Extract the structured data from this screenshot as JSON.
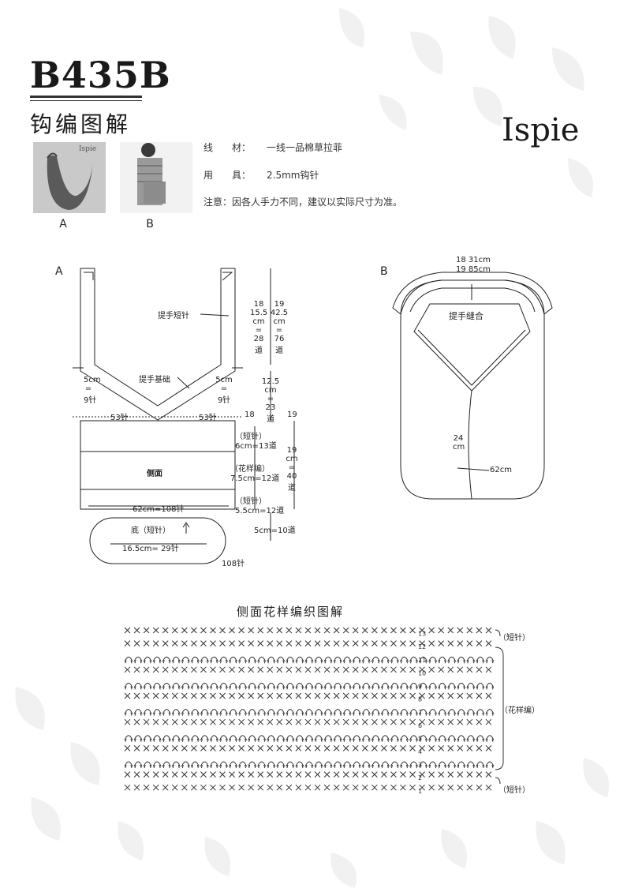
{
  "header": {
    "code": "B435B",
    "subtitle": "钩编图解",
    "brand": "Ispie"
  },
  "photos": [
    {
      "label": "A",
      "inset_text": "Ispie"
    },
    {
      "label": "B"
    }
  ],
  "info": {
    "material_key": "线　　材：",
    "material_value": "一线一品棉草拉菲",
    "tool_key": "用　　具：",
    "tool_value": "2.5mm钩针",
    "note": "注意：因各人手力不同，建议以实际尺寸为准。"
  },
  "diagram_a": {
    "letter": "A",
    "handle_label": "提手短针",
    "handle_base_label": "提手基础",
    "left_strap_a": "5cm",
    "left_strap_eq": "=",
    "left_strap_b": "9针",
    "right_strap_a": "5cm",
    "right_strap_eq": "=",
    "right_strap_b": "9针",
    "left_top": "53针",
    "right_top": "53针",
    "side_label": "侧面",
    "width_label": "62cm=108针",
    "bottom_label": "底（短针）",
    "bottom_width": "16.5cm= 29针",
    "bottom_round": "108针",
    "dim_18": "18",
    "dim_19": "19",
    "dim_h18": [
      "15.5",
      "cm",
      "=",
      "28",
      "道"
    ],
    "dim_h19": [
      "42.5",
      "cm",
      "=",
      "76",
      "道"
    ],
    "dim_mid": [
      "12.5",
      "cm",
      "=",
      "23",
      "道"
    ],
    "side_18": "18",
    "side_19": "19",
    "band1_label": "（短针）",
    "band1_value": "6cm=13道",
    "band2_label": "（花样编）",
    "band2_value": "7.5cm=12道",
    "band3_label": "（短针）",
    "band3_value": "5.5cm=12道",
    "total_side": [
      "19",
      "cm",
      "=",
      "40",
      "道"
    ],
    "base_rows": "5cm=10道"
  },
  "diagram_b": {
    "letter": "B",
    "top1": "18  31cm",
    "top2": "19  85cm",
    "seam_label": "提手缝合",
    "height_a": "24",
    "height_b": "cm",
    "width": "62cm"
  },
  "chart": {
    "title": "侧面花样编织图解",
    "right_labels": [
      "（短针）",
      "（花样编）",
      "（短针）"
    ],
    "row_numbers": [
      "13",
      "12",
      "11",
      "10",
      "9",
      "8",
      "7",
      "6",
      "5",
      "4",
      "3",
      "2",
      "1"
    ]
  }
}
